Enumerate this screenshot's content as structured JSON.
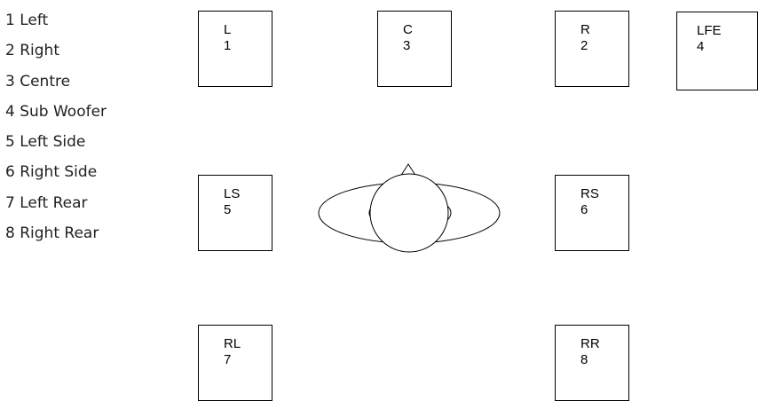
{
  "legend": [
    "1 Left",
    "2 Right",
    "3 Centre",
    "4 Sub Woofer",
    "5 Left Side",
    "6 Right Side",
    "7 Left Rear",
    "8 Right Rear"
  ],
  "speakers": {
    "l": {
      "code": "L",
      "number": "1"
    },
    "c": {
      "code": "C",
      "number": "3"
    },
    "r": {
      "code": "R",
      "number": "2"
    },
    "lfe": {
      "code": "LFE",
      "number": "4"
    },
    "ls": {
      "code": "LS",
      "number": "5"
    },
    "rs": {
      "code": "RS",
      "number": "6"
    },
    "rl": {
      "code": "RL",
      "number": "7"
    },
    "rr": {
      "code": "RR",
      "number": "8"
    }
  },
  "colors": {
    "stroke": "#000000",
    "legend_text": "#222222",
    "background": "#ffffff"
  }
}
